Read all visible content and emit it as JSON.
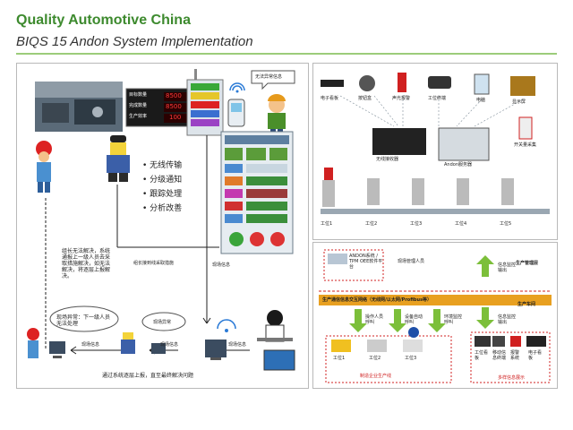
{
  "header": {
    "title": "Quality Automotive China",
    "subtitle": "BIQS 15 Andon System Implementation"
  },
  "left": {
    "callout_top": "无法异常信息",
    "status_labels": [
      "目标数量",
      "完成数量",
      "生产效率"
    ],
    "status_values": [
      "8500",
      "8500",
      "100"
    ],
    "bullets": [
      "无线传输",
      "分级通知",
      "跟踪处理",
      "分析改善"
    ],
    "escalation_note": "组长无法解决，系统通报上一级人员去采取措施解决，如无法解决，将逐层上报解决。",
    "leader_note": "组长接到线采取措施",
    "info_top": "现场信息",
    "callout_left": "现场异常：下一级人员无法处理",
    "callout_mid": "现场异常",
    "info_1": "现场信息",
    "info_2": "现场信息",
    "info_3": "现场信息",
    "bottom_note": "通过系统逐层上报，直至最终解决问题"
  },
  "right_top": {
    "device_labels": [
      "电子看板",
      "按钮盒",
      "声光报警",
      "工位终端",
      "电脑",
      "显示屏",
      "开关量采集"
    ],
    "station_labels": [
      "工位1",
      "工位2",
      "工位3",
      "工位4",
      "工位5"
    ],
    "server_labels": [
      "无线接收器",
      "Andon服务器"
    ]
  },
  "right_bottom": {
    "zone_mgmt": "生产管理层",
    "zone_floor": "生产车间",
    "andon_box": "ANDON系统 / TPM OEE软件平台",
    "site_manager": "现场管理人员",
    "info_out_top": "信息监控输出",
    "bus_label": "生产通信信息交互网络（无线网/以太网/Profibus等）",
    "inputs": [
      "操作人员呼叫",
      "设备自动呼叫",
      "环境监控呼叫"
    ],
    "info_out_bottom": "信息监控输出",
    "stations": [
      "工位1",
      "工位2",
      "工位3"
    ],
    "outputs": [
      "工位看板",
      "移动信息终端",
      "报警系统",
      "电子看板"
    ],
    "enterprise_line": "制造企业生产线",
    "multi_display": "多样信息展示"
  },
  "colors": {
    "brand_green": "#3d8a2e",
    "accent_red": "#d02020",
    "bus_orange": "#e8a020",
    "arrow_green": "#7cbf3a"
  }
}
